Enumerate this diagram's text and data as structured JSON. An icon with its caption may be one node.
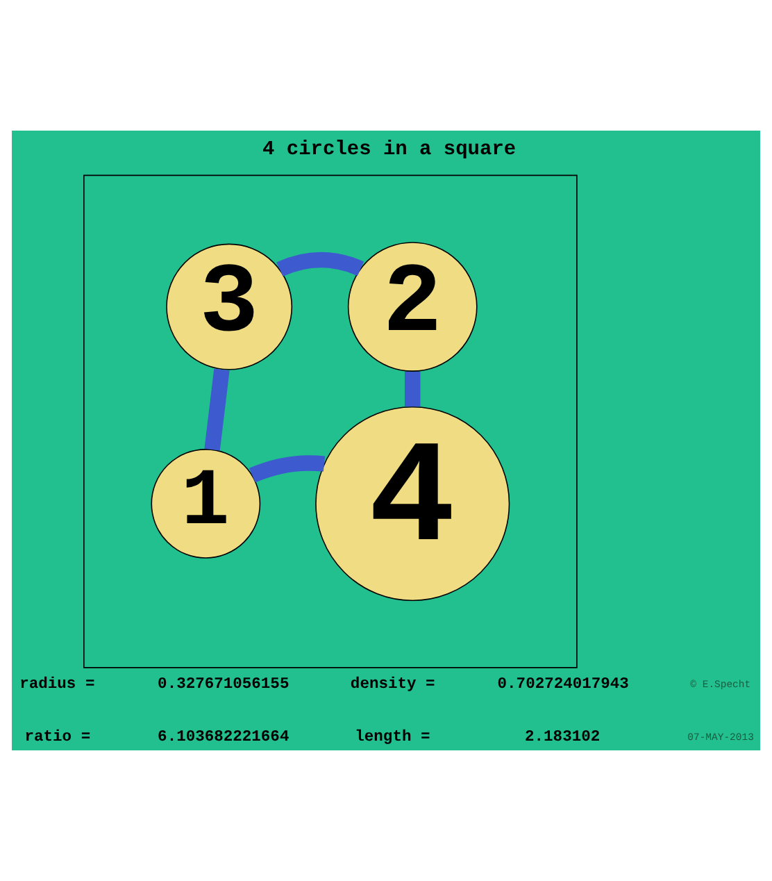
{
  "diagram": {
    "title": "4 circles in a square",
    "nodes": [
      {
        "text": [],
        "shape": "box"
      },
      {
        "text": [
          "3"
        ],
        "in": 0
      },
      {
        "text": [
          "2"
        ],
        "in": 0
      },
      {
        "text": [
          "4"
        ],
        "in": 0
      },
      {
        "text": [
          "1"
        ],
        "in": 0
      }
    ],
    "edges": [
      {
        "from": 1,
        "to": 2,
        "arrow": "none"
      },
      {
        "from": 2,
        "to": 3,
        "arrow": "none"
      },
      {
        "from": 3,
        "to": 4,
        "arrow": "none"
      },
      {
        "from": 4,
        "to": 1,
        "arrow": "none"
      }
    ],
    "labels": [
      "radius =",
      "0.327671056155",
      "density =",
      "0.702724017943",
      "© E.Specht",
      "ratio =",
      "6.103682221664",
      "length =",
      "2.183102",
      "07-MAY-2013"
    ]
  }
}
